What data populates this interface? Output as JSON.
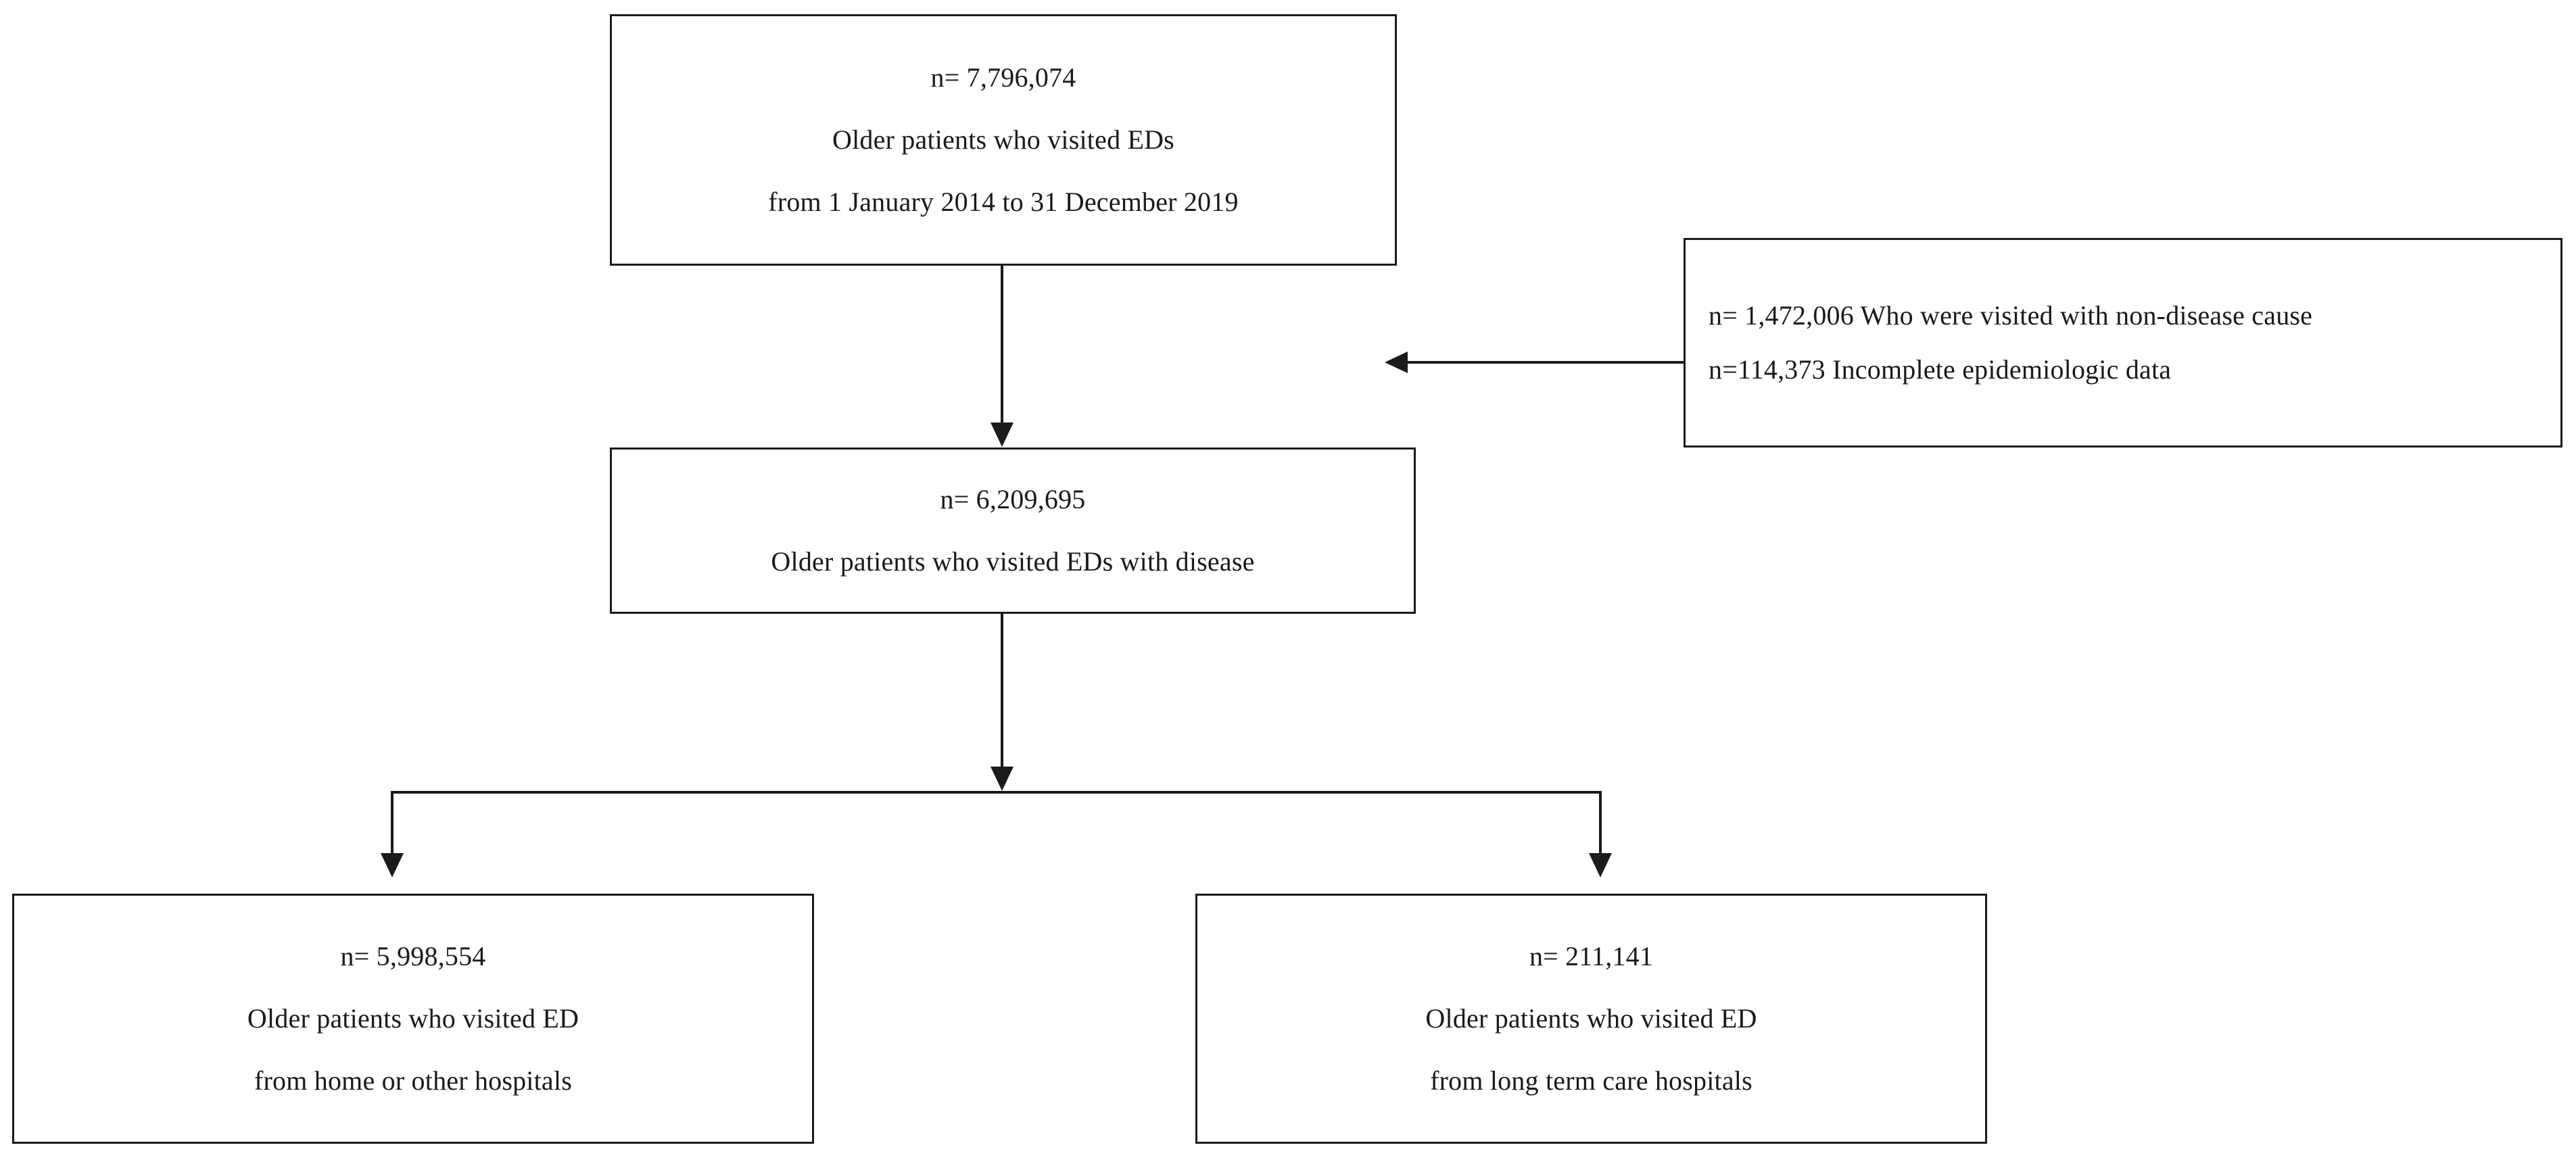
{
  "figure": {
    "type": "flowchart",
    "title": "Study population selection flow diagram",
    "orientation": "top-down",
    "line_color": "#1b1b1b",
    "box_fill": "#ffffff",
    "background": "#ffffff"
  },
  "nodes": {
    "cohort_total": {
      "id": "cohort_total",
      "n_label": "n= 7,796,074",
      "line2": "Older patients who visited EDs",
      "line3": "from 1 January 2014  to 31 December 2019",
      "n_value": 7796074
    },
    "exclusions": {
      "id": "exclusions",
      "line1": "n= 1,472,006 Who were visited with non-disease cause",
      "line2": "n=114,373 Incomplete epidemiologic data",
      "excluded_non_disease": 1472006,
      "excluded_incomplete": 114373
    },
    "cohort_disease": {
      "id": "cohort_disease",
      "n_label": "n= 6,209,695",
      "line2": "Older patients who visited EDs with disease",
      "n_value": 6209695
    },
    "from_home": {
      "id": "from_home",
      "n_label": "n= 5,998,554",
      "line2": "Older patients who visited ED",
      "line3": "from home or other hospitals",
      "n_value": 5998554
    },
    "from_ltc": {
      "id": "from_ltc",
      "n_label": "n= 211,141",
      "line2": "Older patients who visited ED",
      "line3": "from long term care hospitals",
      "n_value": 211141
    }
  },
  "edges": [
    {
      "id": "edge-total-to-disease",
      "from": "cohort_total",
      "to": "cohort_disease",
      "style": "straight-down",
      "arrowhead": "down"
    },
    {
      "id": "edge-exclusions",
      "from": "exclusions",
      "to": "main-flow",
      "style": "horizontal-left",
      "arrowhead": "left"
    },
    {
      "id": "edge-disease-split",
      "from": "cohort_disease",
      "to": "split-bar",
      "style": "straight-down",
      "arrowhead": "down"
    },
    {
      "id": "edge-split-to-home",
      "from": "split-bar",
      "to": "from_home",
      "style": "elbow-down",
      "arrowhead": "down"
    },
    {
      "id": "edge-split-to-ltc",
      "from": "split-bar",
      "to": "from_ltc",
      "style": "elbow-down",
      "arrowhead": "down"
    }
  ]
}
